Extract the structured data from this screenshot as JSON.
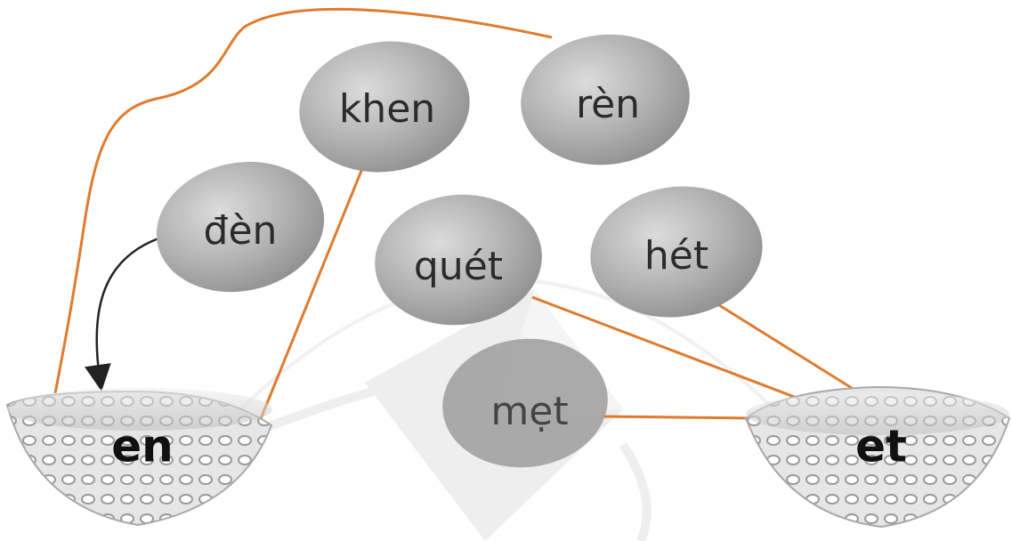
{
  "colors": {
    "line": "#e07b2e",
    "arrow": "#222222",
    "egg": "#a9a9a9",
    "egg_highlight": "#d4d4d4",
    "basket": "#d9d9d9"
  },
  "eggs": [
    {
      "id": "khen",
      "label": "khen"
    },
    {
      "id": "ren",
      "label": "rèn"
    },
    {
      "id": "den",
      "label": "đèn"
    },
    {
      "id": "quet",
      "label": "quét"
    },
    {
      "id": "het",
      "label": "hét"
    },
    {
      "id": "met",
      "label": "mẹt"
    }
  ],
  "baskets": [
    {
      "id": "en",
      "label": "en"
    },
    {
      "id": "et",
      "label": "et"
    }
  ],
  "connections": [
    {
      "from": "ren",
      "to": "en"
    },
    {
      "from": "khen",
      "to": "en"
    },
    {
      "from": "den",
      "to": "en",
      "style": "arrow"
    },
    {
      "from": "quet",
      "to": "et"
    },
    {
      "from": "het",
      "to": "et"
    },
    {
      "from": "met",
      "to": "et"
    }
  ]
}
